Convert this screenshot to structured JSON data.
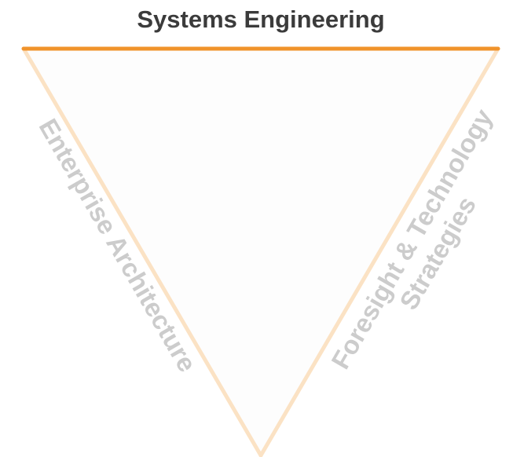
{
  "diagram": {
    "top_label": "Systems Engineering",
    "left_label": "Enterprise Architecture",
    "right_label_line1": "Foresight & Technology",
    "right_label_line2": "Strategies",
    "colors": {
      "top_edge": "#f0932b",
      "side_edges": "#fbe2c4",
      "fill": "#fdfdfd",
      "title_text": "#3b3b3b",
      "side_text": "#cccccc"
    }
  }
}
